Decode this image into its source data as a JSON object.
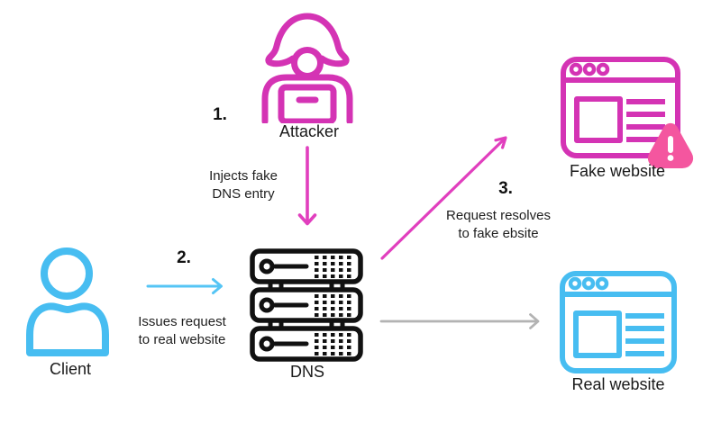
{
  "colors": {
    "magenta_icon": "#D433B4",
    "magenta_arrow": "#E13FBE",
    "blue_icon": "#47BDF1",
    "blue_arrow": "#55C5F5",
    "gray_arrow": "#B3B3B3",
    "warning_pink": "#F4569F",
    "server_black": "#111111",
    "text": "#1A1A1A"
  },
  "nodes": {
    "attacker": {
      "label": "Attacker"
    },
    "client": {
      "label": "Client"
    },
    "dns": {
      "label": "DNS"
    },
    "fake_website": {
      "label": "Fake website"
    },
    "real_website": {
      "label": "Real website"
    }
  },
  "steps": {
    "step1": {
      "number": "1.",
      "caption": "Injects fake\nDNS entry",
      "from": "Attacker",
      "to": "DNS"
    },
    "step2": {
      "number": "2.",
      "caption": "Issues request\nto real website",
      "from": "Client",
      "to": "DNS"
    },
    "step3": {
      "number": "3.",
      "caption": "Request resolves\nto fake ebsite",
      "from": "DNS",
      "to": "Fake website"
    }
  },
  "icons": {
    "attacker": "hooded-hacker-with-laptop",
    "client": "person-silhouette",
    "dns": "server-rack-3u",
    "fake_website": "browser-window-with-warning",
    "real_website": "browser-window",
    "warning": "exclamation-triangle"
  }
}
